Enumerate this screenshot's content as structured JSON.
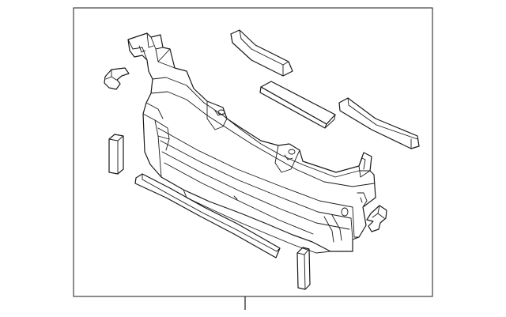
{
  "diagram": {
    "kind": "exploded parts illustration",
    "line_color": "#1a1a1a",
    "background": "#ffffff",
    "parts": [
      "radiator-support-panel",
      "upper-seal-left",
      "upper-seal-center",
      "upper-seal-right",
      "impact-absorber-bar",
      "clip-left",
      "clip-right",
      "bracket-left",
      "bracket-right"
    ]
  }
}
